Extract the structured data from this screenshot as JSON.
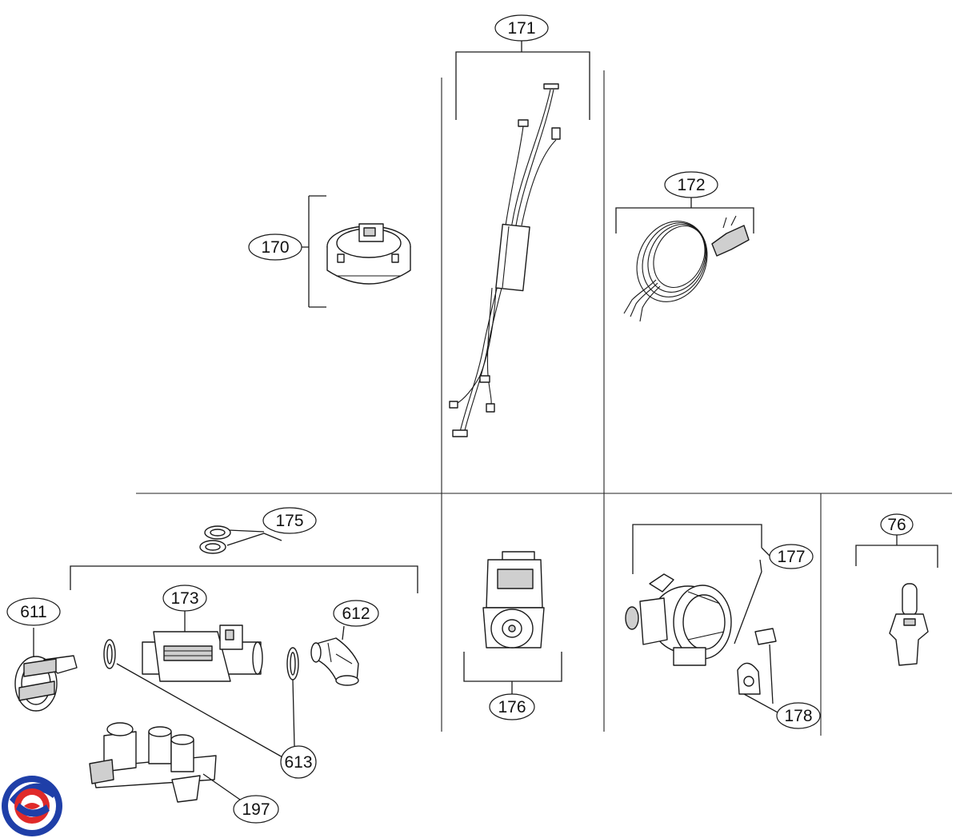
{
  "parts": [
    {
      "id": "170",
      "label": "170"
    },
    {
      "id": "171",
      "label": "171"
    },
    {
      "id": "172",
      "label": "172"
    },
    {
      "id": "175",
      "label": "175"
    },
    {
      "id": "611",
      "label": "611"
    },
    {
      "id": "173",
      "label": "173"
    },
    {
      "id": "612",
      "label": "612"
    },
    {
      "id": "613",
      "label": "613"
    },
    {
      "id": "197",
      "label": "197"
    },
    {
      "id": "176",
      "label": "176"
    },
    {
      "id": "177",
      "label": "177"
    },
    {
      "id": "178",
      "label": "178"
    },
    {
      "id": "76",
      "label": "76"
    }
  ],
  "brand_logo": {
    "icon": "brand-logo-icon",
    "colors": [
      "#1f3fa8",
      "#e02a2a"
    ]
  }
}
